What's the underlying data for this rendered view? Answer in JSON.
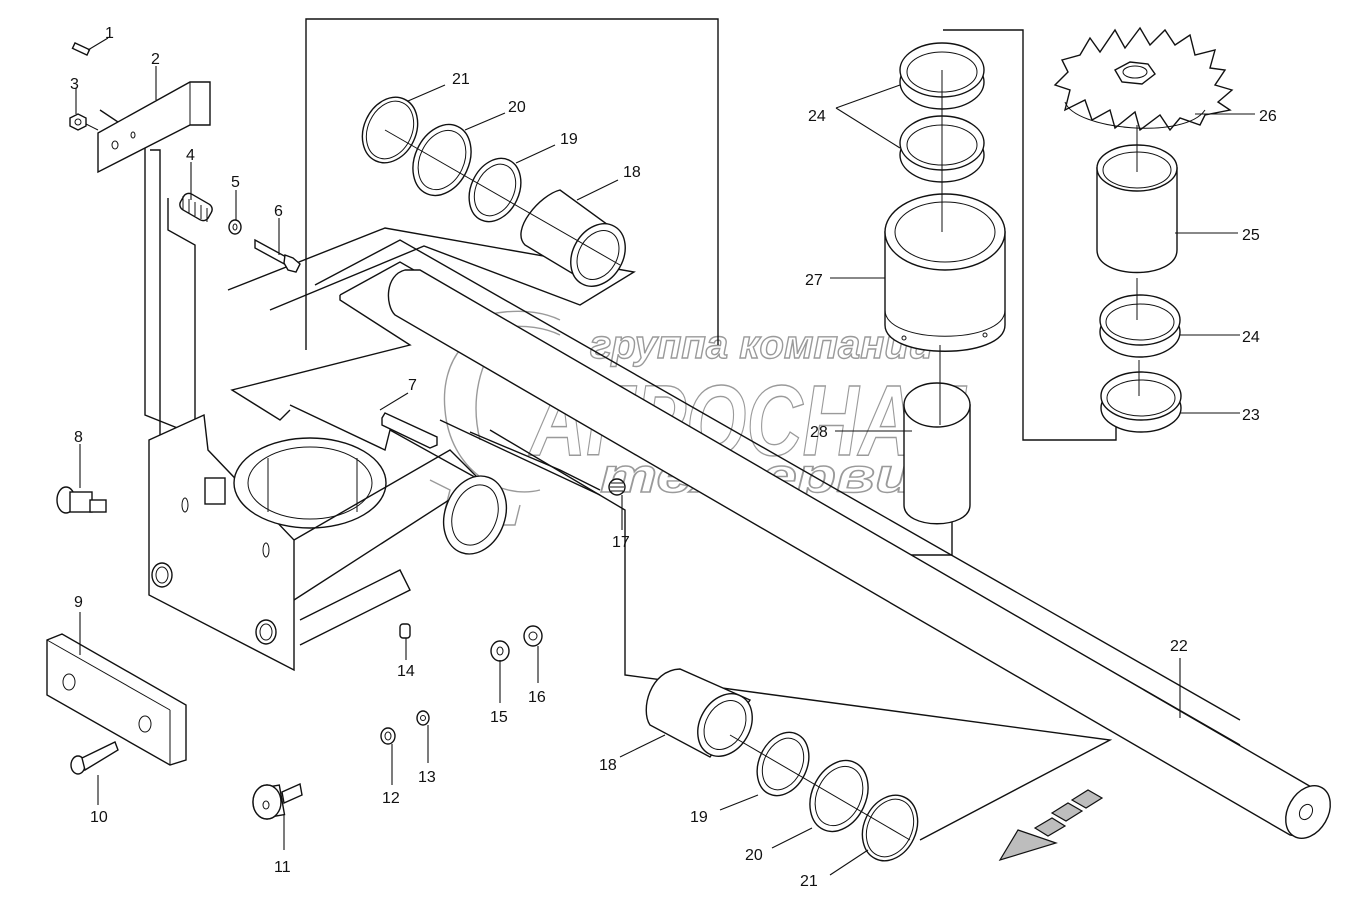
{
  "diagram": {
    "type": "exploded-parts-diagram",
    "watermark": {
      "line1": "группа компаний",
      "line2": "АГРОСНАБ",
      "line3": "техсервис"
    },
    "callouts": [
      {
        "id": "c1",
        "label": "1"
      },
      {
        "id": "c2",
        "label": "2"
      },
      {
        "id": "c3",
        "label": "3"
      },
      {
        "id": "c4",
        "label": "4"
      },
      {
        "id": "c5",
        "label": "5"
      },
      {
        "id": "c6",
        "label": "6"
      },
      {
        "id": "c7",
        "label": "7"
      },
      {
        "id": "c8",
        "label": "8"
      },
      {
        "id": "c9",
        "label": "9"
      },
      {
        "id": "c10",
        "label": "10"
      },
      {
        "id": "c11",
        "label": "11"
      },
      {
        "id": "c12",
        "label": "12"
      },
      {
        "id": "c13",
        "label": "13"
      },
      {
        "id": "c14",
        "label": "14"
      },
      {
        "id": "c15",
        "label": "15"
      },
      {
        "id": "c16",
        "label": "16"
      },
      {
        "id": "c17",
        "label": "17"
      },
      {
        "id": "c18a",
        "label": "18"
      },
      {
        "id": "c18b",
        "label": "18"
      },
      {
        "id": "c19a",
        "label": "19"
      },
      {
        "id": "c19b",
        "label": "19"
      },
      {
        "id": "c20a",
        "label": "20"
      },
      {
        "id": "c20b",
        "label": "20"
      },
      {
        "id": "c21a",
        "label": "21"
      },
      {
        "id": "c21b",
        "label": "21"
      },
      {
        "id": "c22",
        "label": "22"
      },
      {
        "id": "c23",
        "label": "23"
      },
      {
        "id": "c24a",
        "label": "24"
      },
      {
        "id": "c24b",
        "label": "24"
      },
      {
        "id": "c25",
        "label": "25"
      },
      {
        "id": "c26",
        "label": "26"
      },
      {
        "id": "c27",
        "label": "27"
      },
      {
        "id": "c28",
        "label": "28"
      }
    ],
    "direction_indicator": "forward-arrow"
  }
}
